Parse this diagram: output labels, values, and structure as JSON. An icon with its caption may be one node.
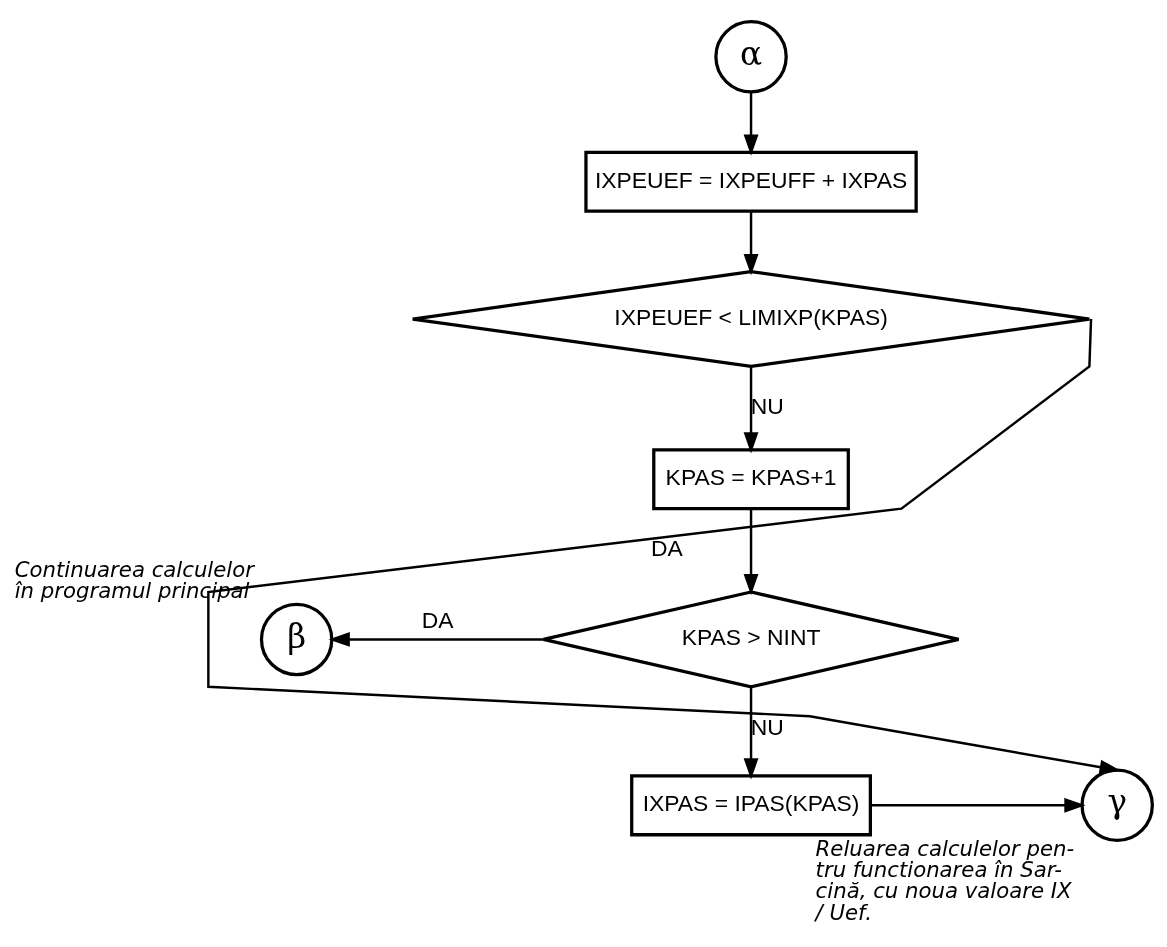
{
  "diagram": {
    "nodes": [
      {
        "text": [
          "α"
        ]
      },
      {
        "text": [
          "IXPEUEF = IXPEUFF + IXPAS"
        ]
      },
      {
        "text": [
          "IXPEUEF < LIMIXP(KPAS)"
        ]
      },
      {
        "text": [
          "KPAS = KPAS+1"
        ]
      },
      {
        "text": [
          "KPAS > NINT"
        ]
      },
      {
        "text": [
          "β"
        ],
        "beside": [
          "Continuarea calculelor în programul principal"
        ]
      },
      {
        "text": [
          "IXPAS = IPAS(KPAS)"
        ]
      },
      {
        "text": [
          "γ"
        ],
        "beside": [
          "Reluarea calculelor pen- tru functionarea în Sar- cină, cu noua valoare IX / Uef."
        ]
      }
    ],
    "edges": [
      {
        "from": 0,
        "to": 1,
        "arrow": "to"
      },
      {
        "from": 1,
        "to": 2,
        "arrow": "to"
      },
      {
        "from": 2,
        "to": 7,
        "arrow": "to",
        "label": "DA"
      },
      {
        "from": 2,
        "to": 3,
        "arrow": "to",
        "label": "NU"
      },
      {
        "from": 3,
        "to": 4,
        "arrow": "to"
      },
      {
        "from": 4,
        "to": 5,
        "arrow": "to",
        "label": "DA"
      },
      {
        "from": 4,
        "to": 6,
        "arrow": "to",
        "label": "NU"
      },
      {
        "from": 6,
        "to": 7,
        "arrow": "to"
      }
    ]
  }
}
